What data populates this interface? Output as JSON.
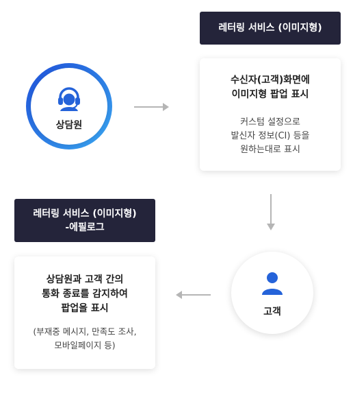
{
  "tags": {
    "top": "레터링 서비스 (이미지형)",
    "left": "레터링 서비스 (이미지형)\n-에필로그"
  },
  "cards": {
    "top": {
      "title": "수신자(고객)화면에\n이미지형 팝업 표시",
      "desc": "커스텀 설정으로\n발신자 정보(CI) 등을\n원하는대로 표시"
    },
    "left": {
      "title": "상담원과 고객 간의\n통화 종료를 감지하여\n팝업을 표시",
      "desc": "(부재중 메시지, 만족도 조사,\n모바일페이지 등)"
    }
  },
  "nodes": {
    "agent": {
      "label": "상담원",
      "icon": "headset-agent-icon"
    },
    "customer": {
      "label": "고객",
      "icon": "person-icon"
    }
  },
  "colors": {
    "ring_start": "#1f4fd8",
    "ring_end": "#3aa7f0",
    "icon_blue": "#2563d9",
    "label_bg": "#24243a",
    "arrow": "#b5b5b5"
  }
}
